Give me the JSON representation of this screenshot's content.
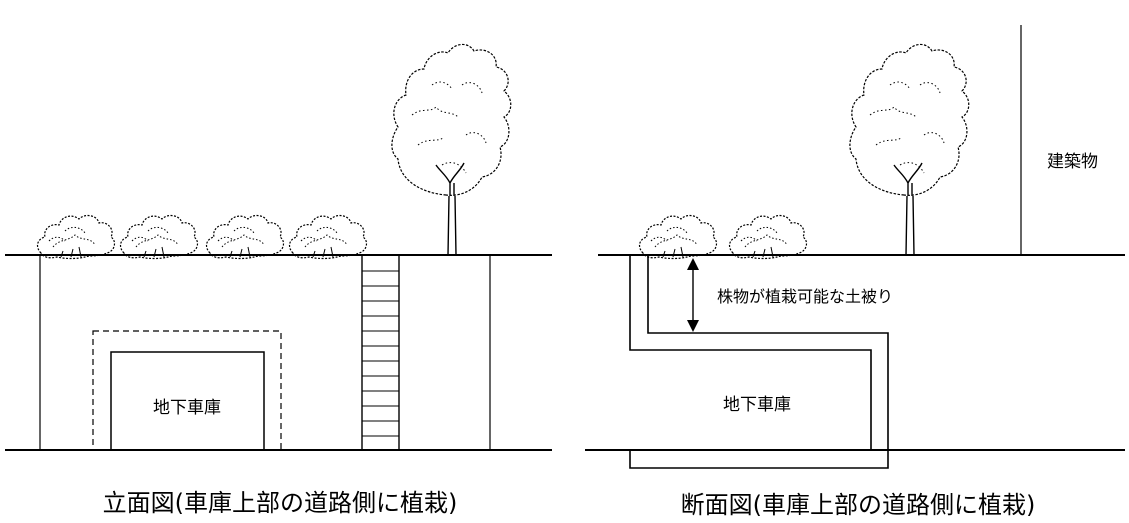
{
  "left_panel": {
    "garage_label": "地下車庫",
    "caption": "立面図(車庫上部の道路側に植栽)"
  },
  "right_panel": {
    "building_label": "建築物",
    "soil_cover_label": "株物が植栽可能な土被り",
    "garage_label": "地下車庫",
    "caption": "断面図(車庫上部の道路側に植栽)"
  }
}
